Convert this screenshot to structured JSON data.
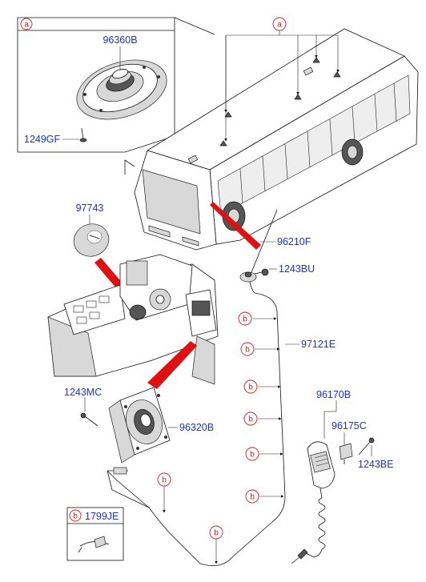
{
  "diagram": {
    "ref_letters": {
      "a": "a",
      "b": "b"
    },
    "parts": {
      "speaker_a": "96360B",
      "screw_a": "1249GF",
      "cover": "97743",
      "antenna": "96210F",
      "antenna_bolt": "1243BU",
      "cable": "97121E",
      "mic_assy": "96170B",
      "mic_bracket": "96175C",
      "mic_bolt": "1243BE",
      "speaker_screw": "1243MC",
      "speaker": "96320B",
      "clip": "1799JE"
    }
  }
}
